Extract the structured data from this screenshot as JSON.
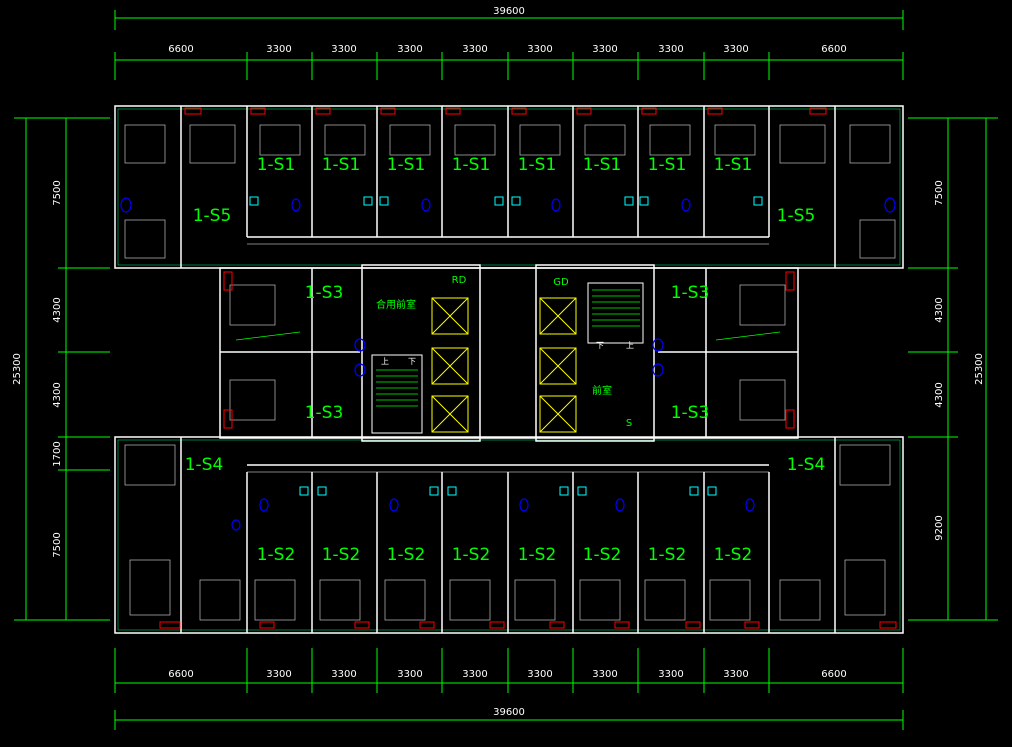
{
  "dimensions": {
    "top_total": "39600",
    "bottom_total": "39600",
    "top_bays": [
      "6600",
      "3300",
      "3300",
      "3300",
      "3300",
      "3300",
      "3300",
      "3300",
      "3300",
      "6600"
    ],
    "bottom_bays": [
      "6600",
      "3300",
      "3300",
      "3300",
      "3300",
      "3300",
      "3300",
      "3300",
      "3300",
      "6600"
    ],
    "left_total": "25300",
    "right_total": "25300",
    "left_segments": [
      "7500",
      "4300",
      "4300",
      "1700",
      "7500"
    ],
    "right_segments": [
      "7500",
      "4300",
      "4300",
      "9200"
    ]
  },
  "units": {
    "s1": [
      "1-S1",
      "1-S1",
      "1-S1",
      "1-S1",
      "1-S1",
      "1-S1",
      "1-S1",
      "1-S1"
    ],
    "s2": [
      "1-S2",
      "1-S2",
      "1-S2",
      "1-S2",
      "1-S2",
      "1-S2",
      "1-S2",
      "1-S2"
    ],
    "s3": [
      "1-S3",
      "1-S3",
      "1-S3",
      "1-S3"
    ],
    "s4": [
      "1-S4",
      "1-S4"
    ],
    "s5": [
      "1-S5",
      "1-S5"
    ]
  },
  "core": {
    "left_lobby": "合用前室",
    "right_lobby": "前室",
    "rd": "RD",
    "gd": "GD",
    "s": "S",
    "up": "上",
    "down": "下"
  },
  "colors": {
    "dimension": "#00ff00",
    "wall": "#ffffff",
    "label": "#00ff00",
    "fixture_blue": "#0000ff",
    "fixture_cyan": "#00ffff",
    "elevator": "#ffff00",
    "red_mark": "#ff0000"
  }
}
